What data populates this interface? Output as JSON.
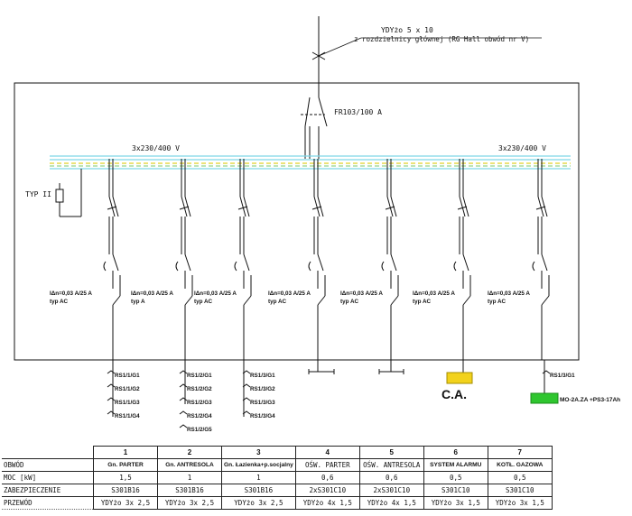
{
  "supply": {
    "cable": "YDYżo 5 x 10",
    "note": "z rozdzielnicy głównej (RG Hall obwód nr V)",
    "main_switch": "FR103/100 A"
  },
  "bus": {
    "voltage_left": "3x230/400 V",
    "voltage_right": "3x230/400 V"
  },
  "surge": {
    "label": "TYP II"
  },
  "rcd_labels": [
    {
      "current": "IΔn=0,03 A/25 A",
      "type": "typ AC"
    },
    {
      "current": "IΔn=0,03 A/25 A",
      "type": "typ A"
    },
    {
      "current": "IΔn=0,03 A/25 A",
      "type": "typ AC"
    },
    {
      "current": "IΔn=0,03 A/25 A",
      "type": "typ AC"
    },
    {
      "current": "IΔn=0,03 A/25 A",
      "type": "typ AC"
    },
    {
      "current": "IΔn=0,03 A/25 A",
      "type": "typ AC"
    },
    {
      "current": "IΔn=0,03 A/25 A",
      "type": "typ AC"
    }
  ],
  "outlets": {
    "col1": [
      "RS1/1/G1",
      "RS1/1/G2",
      "RS1/1/G3",
      "RS1/1/G4"
    ],
    "col2": [
      "RS1/2/G1",
      "RS1/2/G2",
      "RS1/2/G3",
      "RS1/2/G4",
      "RS1/2/G5"
    ],
    "col3": [
      "RS1/3/G1",
      "RS1/3/G2",
      "RS1/3/G3",
      "RS1/3/G4"
    ],
    "col7": [
      "RS1/3/G1"
    ]
  },
  "ca_label": "C.A.",
  "battery_label": "MO-2A.ZA +PS3-17Ah",
  "colors": {
    "yellow_box": "#f2d21c",
    "green_box": "#2fc62f",
    "bus_cyan": "#7fd6e8",
    "bus_yellow": "#e6d84a",
    "bus_green": "#7bc86f"
  },
  "table": {
    "col_numbers": [
      "1",
      "2",
      "3",
      "4",
      "5",
      "6",
      "7"
    ],
    "rows": [
      {
        "label": "OBWÓD",
        "values": [
          "Gn. PARTER",
          "Gn. ANTRESOLA",
          "Gn. Łazienka+p.socjalny",
          "OŚW. PARTER",
          "OŚW. ANTRESOLA",
          "SYSTEM ALARMU",
          "KOTŁ. GAZOWA"
        ]
      },
      {
        "label": "MOC [kW]",
        "values": [
          "1,5",
          "1",
          "1",
          "0,6",
          "0,6",
          "0,5",
          "0,5"
        ]
      },
      {
        "label": "ZABEZPIECZENIE",
        "values": [
          "S301B16",
          "S301B16",
          "S301B16",
          "2xS301C10",
          "2xS301C10",
          "S301C10",
          "S301C10"
        ]
      },
      {
        "label": "PRZEWÓD",
        "values": [
          "YDYżo 3x 2,5",
          "YDYżo 3x 2,5",
          "YDYżo 3x 2,5",
          "YDYżo 4x 1,5",
          "YDYżo 4x 1,5",
          "YDYżo 3x 1,5",
          "YDYżo 3x 1,5"
        ]
      }
    ]
  }
}
